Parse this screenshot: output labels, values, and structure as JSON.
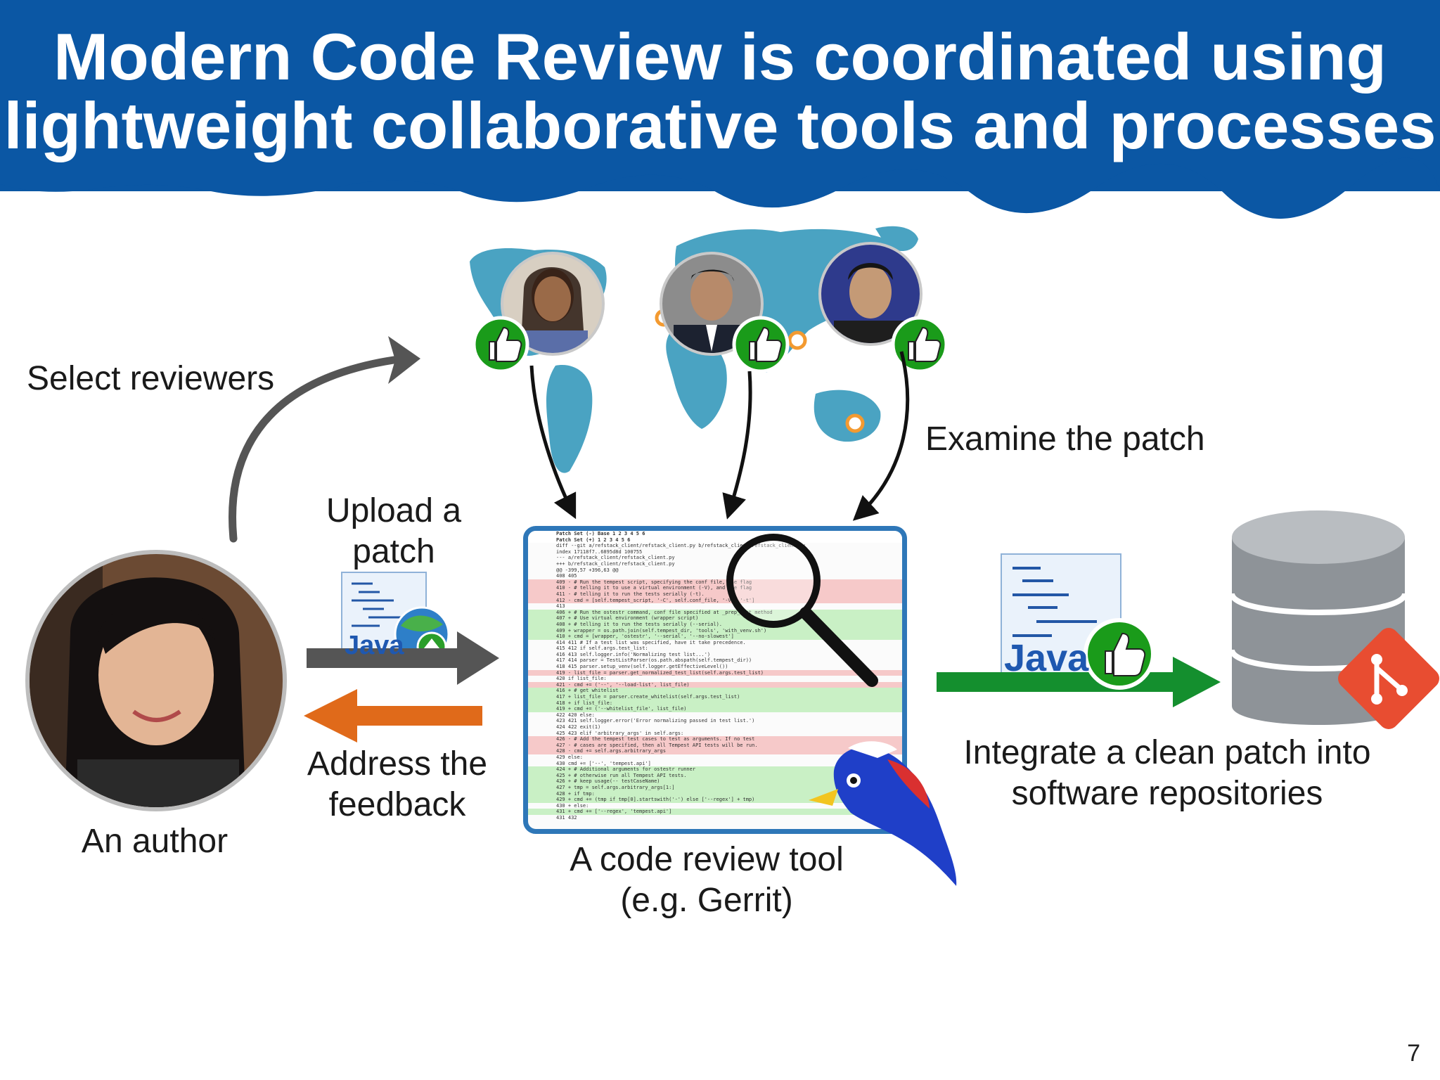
{
  "slide": {
    "title_line1": "Modern Code Review is coordinated using",
    "title_line2": "lightweight collaborative tools and processes",
    "page_number": "7"
  },
  "labels": {
    "select_reviewers": "Select reviewers",
    "examine_patch": "Examine the patch",
    "upload_line1": "Upload a",
    "upload_line2": "patch",
    "address_line1": "Address the",
    "address_line2": "feedback",
    "author": "An author",
    "tool_line1": "A code review tool",
    "tool_line2": "(e.g. Gerrit)",
    "integrate_line1": "Integrate a clean patch into",
    "integrate_line2": "software repositories"
  },
  "file_icons": {
    "java_label": "Java"
  },
  "code_view": {
    "lines": [
      {
        "t": "Patch Set (-)  Base 1 2 3 4 5 6",
        "k": "hdr"
      },
      {
        "t": "Patch Set (+)       1 2 3 4 5 6",
        "k": "hdr"
      },
      {
        "t": "diff --git a/refstack_client/refstack_client.py b/refstack_client/refstack_client.py",
        "k": ""
      },
      {
        "t": "index 17118f7..6895d8d 100755",
        "k": ""
      },
      {
        "t": "--- a/refstack_client/refstack_client.py",
        "k": ""
      },
      {
        "t": "+++ b/refstack_client/refstack_client.py",
        "k": ""
      },
      {
        "t": "@@ -399,57 +396,63 @@",
        "k": ""
      },
      {
        "t": "408 405",
        "k": ""
      },
      {
        "t": "409  -   # Run the tempest script, specifying the conf file, the flag",
        "k": "del"
      },
      {
        "t": "410  -   # telling it to use a virtual environment (-V), and the flag",
        "k": "del"
      },
      {
        "t": "411  -   # telling it to run the tests serially (-t).",
        "k": "del"
      },
      {
        "t": "412  -   cmd = [self.tempest_script, '-C', self.conf_file, '-V', '-t']",
        "k": "del"
      },
      {
        "t": "413",
        "k": ""
      },
      {
        "t": "406  +   # Run the ostestr command, conf file specified at _prep_test method",
        "k": "add"
      },
      {
        "t": "407  +   # Use virtual environment (wrapper script)",
        "k": "add"
      },
      {
        "t": "408  +   # telling it to run the tests serially (--serial).",
        "k": "add"
      },
      {
        "t": "409  +   wrapper = os.path.join(self.tempest_dir, 'tools', 'with_venv.sh')",
        "k": "add"
      },
      {
        "t": "410  +   cmd = [wrapper, 'ostestr', '--serial', '--no-slowest']",
        "k": "add"
      },
      {
        "t": "414 411    # If a test list was specified, have it take precedence.",
        "k": ""
      },
      {
        "t": "415 412    if self.args.test_list:",
        "k": ""
      },
      {
        "t": "416 413        self.logger.info('Normalizing test list...')",
        "k": ""
      },
      {
        "t": "417 414        parser = TestListParser(os.path.abspath(self.tempest_dir))",
        "k": ""
      },
      {
        "t": "418 415        parser.setup_venv(self.logger.getEffectiveLevel())",
        "k": ""
      },
      {
        "t": "419  -        list_file = parser.get_normalized_test_list(self.args.test_list)",
        "k": "del"
      },
      {
        "t": "420          if list_file:",
        "k": ""
      },
      {
        "t": "421  -            cmd += ('--', '--load-list', list_file)",
        "k": "del"
      },
      {
        "t": "416  +            # get whitelist",
        "k": "add"
      },
      {
        "t": "417  +            list_file = parser.create_whitelist(self.args.test_list)",
        "k": "add"
      },
      {
        "t": "418  +            if list_file:",
        "k": "add"
      },
      {
        "t": "419  +                cmd += ('--whitelist_file', list_file)",
        "k": "add"
      },
      {
        "t": "422 420        else:",
        "k": ""
      },
      {
        "t": "423 421            self.logger.error('Error normalizing passed in test list.')",
        "k": ""
      },
      {
        "t": "424 422            exit(1)",
        "k": ""
      },
      {
        "t": "425 423    elif 'arbitrary_args' in self.args:",
        "k": ""
      },
      {
        "t": "426  -        # Add the tempest test cases to test as arguments. If no test",
        "k": "del"
      },
      {
        "t": "427  -        # cases are specified, then all Tempest API tests will be run.",
        "k": "del"
      },
      {
        "t": "428  -        cmd += self.args.arbitrary_args",
        "k": "del"
      },
      {
        "t": "429        else:",
        "k": ""
      },
      {
        "t": "430            cmd += ['--', 'tempest.api']",
        "k": ""
      },
      {
        "t": "424  +        # Additional arguments for ostestr runner",
        "k": "add"
      },
      {
        "t": "425  +        # otherwise run all Tempest API tests.",
        "k": "add"
      },
      {
        "t": "426  +        # keep usage(-- testCaseName)",
        "k": "add"
      },
      {
        "t": "427  +        tmp = self.args.arbitrary_args[1:]",
        "k": "add"
      },
      {
        "t": "428  +        if tmp:",
        "k": "add"
      },
      {
        "t": "429  +            cmd += (tmp if tmp[0].startswith('-') else ['--regex'] + tmp)",
        "k": "add"
      },
      {
        "t": "430  +    else:",
        "k": ""
      },
      {
        "t": "431  +        cmd += ['--regex', 'tempest.api']",
        "k": "add"
      },
      {
        "t": "431 432",
        "k": ""
      }
    ]
  },
  "colors": {
    "header_blue": "#0b57a4",
    "map_teal": "#4aa3c2",
    "thumb_green": "#1a9b1a",
    "upload_arrow_gray": "#555555",
    "feedback_arrow_orange": "#e06a1a",
    "integrate_arrow_green": "#148f2e",
    "git_red": "#e84d31",
    "tool_border_blue": "#2e77b8"
  },
  "icons": [
    "thumbs-up-icon",
    "magnifier-icon",
    "globe-upload-icon",
    "database-icon",
    "git-icon",
    "bird-mascot-icon"
  ]
}
